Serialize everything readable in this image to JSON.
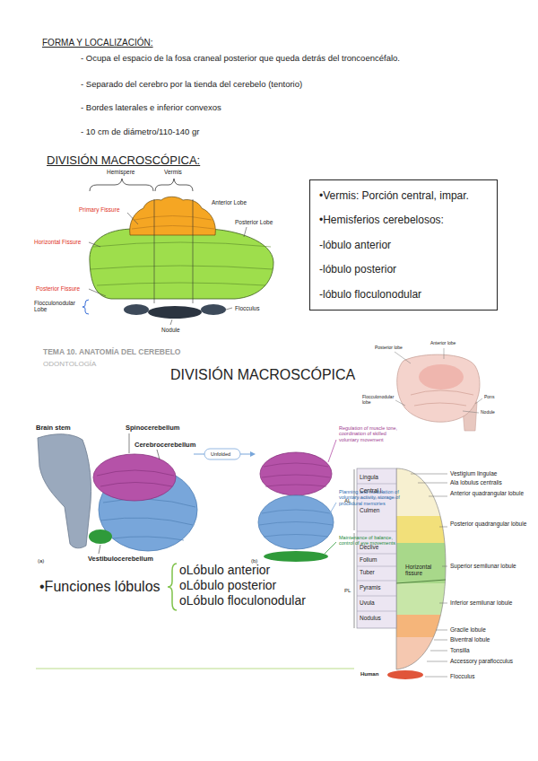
{
  "diagram": {
    "nodes": [
      {
        "text": [
          "•Vermis: Porción central, impar.",
          "•Hemisferios cerebelosos:",
          "-lóbulo anterior",
          "-lóbulo posterior",
          "-lóbulo floculonodular"
        ]
      }
    ],
    "labels": [
      "FORMA Y LOCALIZACIÓN:",
      "- Ocupa el espacio de la fosa craneal posterior que queda detrás del troncoencéfalo.",
      "- Separado del cerebro por la tienda del cerebelo (tentorio)",
      "- Bordes laterales e inferior convexos",
      "- 10 cm de diámetro/110-140 gr",
      "DIVISIÓN MACROSCÓPICA:",
      "Hemispere",
      "Vermis",
      "Anterior Lobe",
      "Primary Fissure",
      "Horizontal Fissure",
      "Posterior Lobe",
      "Posterior Fissure",
      "Flocculonodular Lobe",
      "Flocculus",
      "Nodule",
      "TEMA 10. ANATOMÍA DEL CEREBELO",
      "ODONTOLOGÍA",
      "Posterior lobe",
      "Anterior lobe",
      "Pons",
      "Nodule",
      "Flocculonodular lobe",
      "DIVISIÓN MACROSCÓPICA",
      "Brain stem",
      "Spinocerebellum",
      "Cerebrocerebellum",
      "Vestibulocerebellum",
      "(a)",
      "Unfolded",
      "(b)",
      "Regulation of muscle tone, coordination of skilled voluntary movement",
      "Planning and modulation of voluntary activity, storage of procedural memories",
      "Maintenance of balance, control of eye movements",
      "•Funciones lóbulos",
      "oLóbulo anterior",
      "oLóbulo posterior",
      "oLóbulo floculonodular",
      "AL",
      "Lingula",
      "Central l.",
      "Culmen",
      "PL",
      "Declive",
      "Folium",
      "Tuber",
      "Pyramis",
      "Uvula",
      "Nodulus",
      "Horizontal fissure",
      "Vestigium lingulae",
      "Ala lobulus centralis",
      "Anterior quadrangular lobule",
      "Posterior quadrangular lobule",
      "Superior semilunar lobule",
      "Inferior semilunar lobule",
      "Gracile lobule",
      "Biventral lobule",
      "Tonsilla",
      "Accessory paraflocculus",
      "Flocculus",
      "Human"
    ]
  }
}
